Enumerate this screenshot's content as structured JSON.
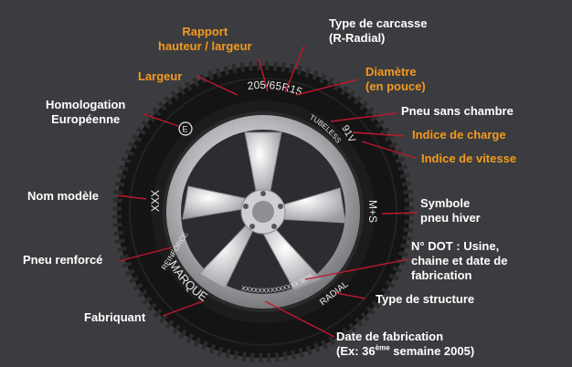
{
  "tyre_markings": {
    "size": "205/65R15",
    "tubeless": "TUBELESS",
    "load_speed": "91V",
    "winter": "M+S",
    "model": "XXX",
    "reinforced": "REINFORCE",
    "brand": "MARQUE",
    "dot": "XXXXXXXXXXXXXX 3605",
    "structure": "RADIAL",
    "homologation_mark": "E"
  },
  "labels": {
    "rapport": "Rapport\nhauteur / largeur",
    "carcasse": "Type de carcasse\n(R-Radial)",
    "largeur": "Largeur",
    "diametre": "Diamètre\n(en pouce)",
    "homologation": "Homologation\nEuropéenne",
    "sans_chambre": "Pneu sans chambre",
    "indice_charge": "Indice de charge",
    "indice_vitesse": "Indice de vitesse",
    "nom_modele": "Nom modèle",
    "symbole_hiver": "Symbole\npneu hiver",
    "renforce": "Pneu renforcé",
    "dot_title": "N° DOT : Usine,\nchaine et date de\nfabrication",
    "structure": "Type de structure",
    "fabriquant": "Fabriquant",
    "date_line1": "Date de fabrication",
    "date_prefix": "(Ex: 36",
    "date_sup": "ème",
    "date_suffix": " semaine 2005)"
  },
  "colors": {
    "background": "#3b3c3f",
    "label_white": "#ffffff",
    "label_orange": "#f39a1e",
    "leader_line": "#c0182e",
    "tyre": "#161616",
    "rim": "#bdbec2"
  }
}
